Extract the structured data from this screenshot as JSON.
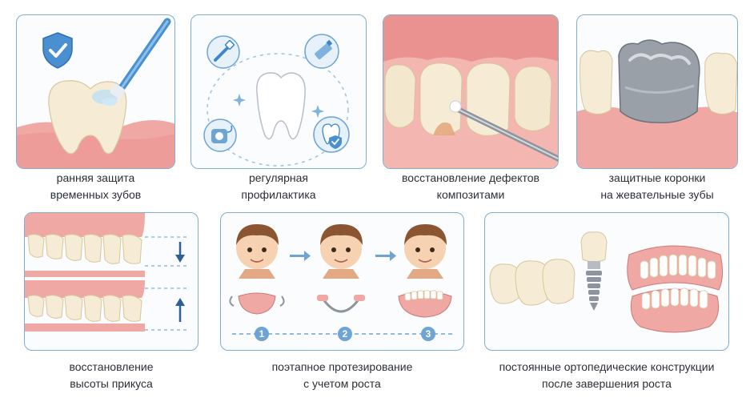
{
  "panels": [
    {
      "id": "early-protection",
      "caption": [
        "ранняя защита",
        "временных зубов"
      ]
    },
    {
      "id": "prophylaxis",
      "caption": [
        "регулярная",
        "профилактика"
      ]
    },
    {
      "id": "composite-restoration",
      "caption": [
        "восстановление дефектов",
        "композитами"
      ]
    },
    {
      "id": "crowns",
      "caption": [
        "защитные коронки",
        "на жевательные зубы"
      ]
    },
    {
      "id": "bite-height",
      "caption": [
        "восстановление",
        "высоты прикуса"
      ]
    },
    {
      "id": "staged-prosthetics",
      "caption": [
        "поэтапное протезирование",
        "с учетом роста"
      ],
      "steps": [
        "1",
        "2",
        "3"
      ]
    },
    {
      "id": "permanent",
      "caption": [
        "постоянные ортопедические конструкции",
        "после завершения роста"
      ]
    }
  ],
  "colors": {
    "frame": "#7faed0",
    "accent": "#3f87c9",
    "gum": "#f0a8a4",
    "tooth": "#f6ecd6"
  }
}
